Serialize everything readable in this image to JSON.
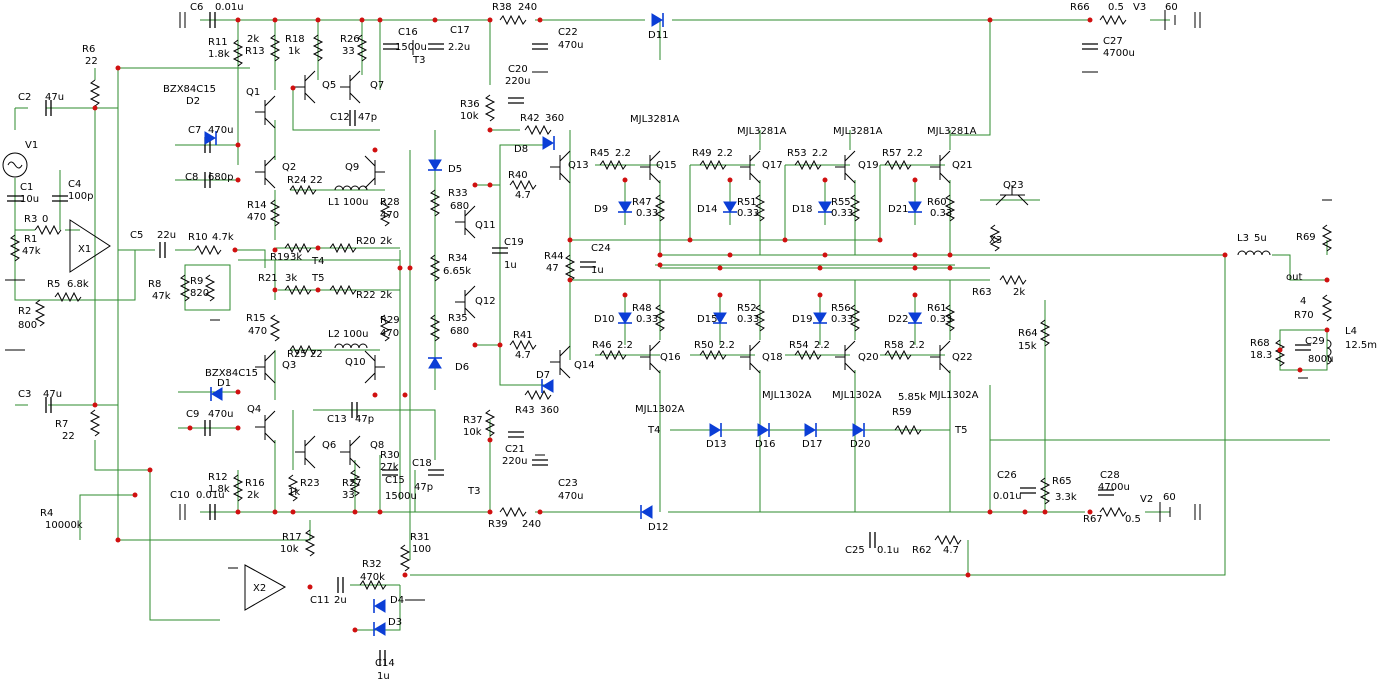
{
  "labels": {
    "C6": "C6",
    "C6v": "0.01u",
    "R38": "R38",
    "R38v": "240",
    "R66": "R66",
    "R66v": "0.5",
    "V3": "V3",
    "V3v": "60",
    "R11": "R11",
    "R11v": "1.8k",
    "R13": "R13",
    "R13v": "2k",
    "R18": "R18",
    "R18v": "1k",
    "R26": "R26",
    "R26v": "33",
    "C16a": "C16",
    "C16av": "1500u",
    "C17": "C17",
    "C17v": "2.2u",
    "T3a": "T3",
    "C22": "C22",
    "C22v": "470u",
    "D11": "D11",
    "C27": "C27",
    "C27v": "4700u",
    "R6": "R6",
    "R6v": "22",
    "C2": "C2",
    "C2v": "47u",
    "V1": "V1",
    "BZX1": "BZX84C15",
    "D2": "D2",
    "Q1": "Q1",
    "Q5": "Q5",
    "Q7": "Q7",
    "C20": "C20",
    "C20v": "220u",
    "R36": "R36",
    "R36v": "10k",
    "R42": "R42",
    "R42v": "360",
    "MJL3281A_1": "MJL3281A",
    "MJL3281A_2": "MJL3281A",
    "MJL3281A_3": "MJL3281A",
    "MJL3281A_4": "MJL3281A",
    "C7": "C7",
    "C7v": "470u",
    "C12": "C12",
    "C12v": "47p",
    "D5": "D5",
    "D8": "D8",
    "R45": "R45",
    "R45v": "2.2",
    "Q15": "Q15",
    "R49": "R49",
    "R49v": "2.2",
    "Q17": "Q17",
    "R53": "R53",
    "R53v": "2.2",
    "Q19": "Q19",
    "R57": "R57",
    "R57v": "2.2",
    "Q21": "Q21",
    "C1": "C1",
    "C1v": "10u",
    "C4": "C4",
    "C4v": "100p",
    "C8": "C8",
    "C8v": "680p",
    "Q2": "Q2",
    "Q9": "Q9",
    "Q13": "Q13",
    "R24": "R24",
    "R24v": "22",
    "L1": "L1",
    "L1v": "100u",
    "R28": "R28",
    "R28v": "470",
    "R33": "R33",
    "R33v": "680",
    "R40": "R40",
    "R40v": "4.7",
    "Q23": "Q23",
    "R3": "R3",
    "R3v": "0",
    "R14": "R14",
    "R14v": "470",
    "D9": "D9",
    "R47": "R47",
    "R47v": "0.33",
    "D14": "D14",
    "R51": "R51",
    "R51v": "0.33",
    "D18": "D18",
    "R55": "R55",
    "R55v": "0.33",
    "D21": "D21",
    "R60": "R60",
    "R60v": "0.33",
    "R69": "R69",
    "R1": "R1",
    "R1v": "47k",
    "X1": "X1",
    "C5": "C5",
    "C5v": "22u",
    "R10": "R10",
    "R10v": "4.7k",
    "Q11": "Q11",
    "C19": "C19",
    "C19v": "1u",
    "C24": "C24",
    "C24v": "1u",
    "X3": "X3",
    "R19": "R19",
    "R19v": "3k",
    "T4": "T4",
    "R20": "R20",
    "R20v": "2k",
    "L3": "L3",
    "L3v": "5u",
    "R8": "R8",
    "R8v": "47k",
    "R9": "R9",
    "R9v": "820",
    "R34": "R34",
    "R34v": "6.65k",
    "R44": "R44",
    "R44v": "47",
    "out": "out",
    "R5": "R5",
    "R5v": "6.8k",
    "R21": "R21",
    "R21v": "3k",
    "T5a": "T5",
    "R22": "R22",
    "R22v": "2k",
    "R63": "R63",
    "R63v": "2k",
    "Q12": "Q12",
    "R2": "R2",
    "R2v": "800",
    "R15": "R15",
    "R15v": "470",
    "L2": "L2",
    "L2v": "100u",
    "R29": "R29",
    "R29v": "470",
    "R35": "R35",
    "R35v": "680",
    "D10": "D10",
    "R48": "R48",
    "R48v": "0.33",
    "D15": "D15",
    "R52": "R52",
    "R52v": "0.33",
    "D19": "D19",
    "R56": "R56",
    "R56v": "0.33",
    "D22": "D22",
    "R61": "R61",
    "R61v": "0.33",
    "R70": "R70",
    "R70v": "4",
    "R64": "R64",
    "R64v": "15k",
    "L4": "L4",
    "L4v": "12.5m",
    "R25": "R25",
    "R25v": "22",
    "R41": "R41",
    "R41v": "4.7",
    "R46": "R46",
    "R46v": "2.2",
    "Q16": "Q16",
    "R50": "R50",
    "R50v": "2.2",
    "Q18": "Q18",
    "R54": "R54",
    "R54v": "2.2",
    "Q20": "Q20",
    "R58": "R58",
    "R58v": "2.2",
    "Q22": "Q22",
    "R68": "R68",
    "R68v": "18.3",
    "C29": "C29",
    "C29v": "800u",
    "BZX2": "BZX84C15",
    "D1": "D1",
    "Q3": "Q3",
    "Q10": "Q10",
    "D6": "D6",
    "Q14": "Q14",
    "D7": "D7",
    "MJL1302A_1": "MJL1302A",
    "MJL1302A_2": "MJL1302A",
    "MJL1302A_3": "MJL1302A",
    "MJL1302A_4": "MJL1302A",
    "C3": "C3",
    "C3v": "47u",
    "R43": "R43",
    "R43v": "360",
    "R59v": "5.85k",
    "R59": "R59",
    "C13": "C13",
    "C13v": "47p",
    "C9": "C9",
    "C9v": "470u",
    "Q4": "Q4",
    "R7": "R7",
    "R7v": "22",
    "R37": "R37",
    "R37v": "10k",
    "T4b": "T4",
    "D13": "D13",
    "D16": "D16",
    "D17": "D17",
    "D20": "D20",
    "T5b": "T5",
    "Q6": "Q6",
    "Q8": "Q8",
    "C21": "C21",
    "C21v": "220u",
    "R30": "R30",
    "R30v": "27k",
    "C18": "C18",
    "C18v": "47p",
    "C23": "C23",
    "C23v": "470u",
    "R12": "R12",
    "R12v": "1.8k",
    "R16": "R16",
    "R16v": "2k",
    "R23": "R23",
    "R23v": "1k",
    "R27": "R27",
    "R27v": "33",
    "C15": "C15",
    "C15v": "1500u",
    "T3b": "T3",
    "C26": "C26",
    "C26v": "0.01u",
    "R65": "R65",
    "R65v": "3.3k",
    "C28": "C28",
    "C28v": "4700u",
    "C10": "C10",
    "C10v": "0.01u",
    "R4": "R4",
    "R4v": "10000k",
    "R39": "R39",
    "R39v": "240",
    "D12": "D12",
    "R67": "R67",
    "R67v": "0.5",
    "V2": "V2",
    "V2v": "60",
    "R31": "R31",
    "R31v": "100",
    "R17": "R17",
    "R17v": "10k",
    "C25": "C25",
    "C25v": "0.1u",
    "R62": "R62",
    "R62v": "4.7",
    "R32": "R32",
    "R32v": "470k",
    "X2": "X2",
    "C11": "C11",
    "C11v": "2u",
    "D4": "D4",
    "D3": "D3",
    "C14": "C14",
    "C14v": "1u"
  }
}
